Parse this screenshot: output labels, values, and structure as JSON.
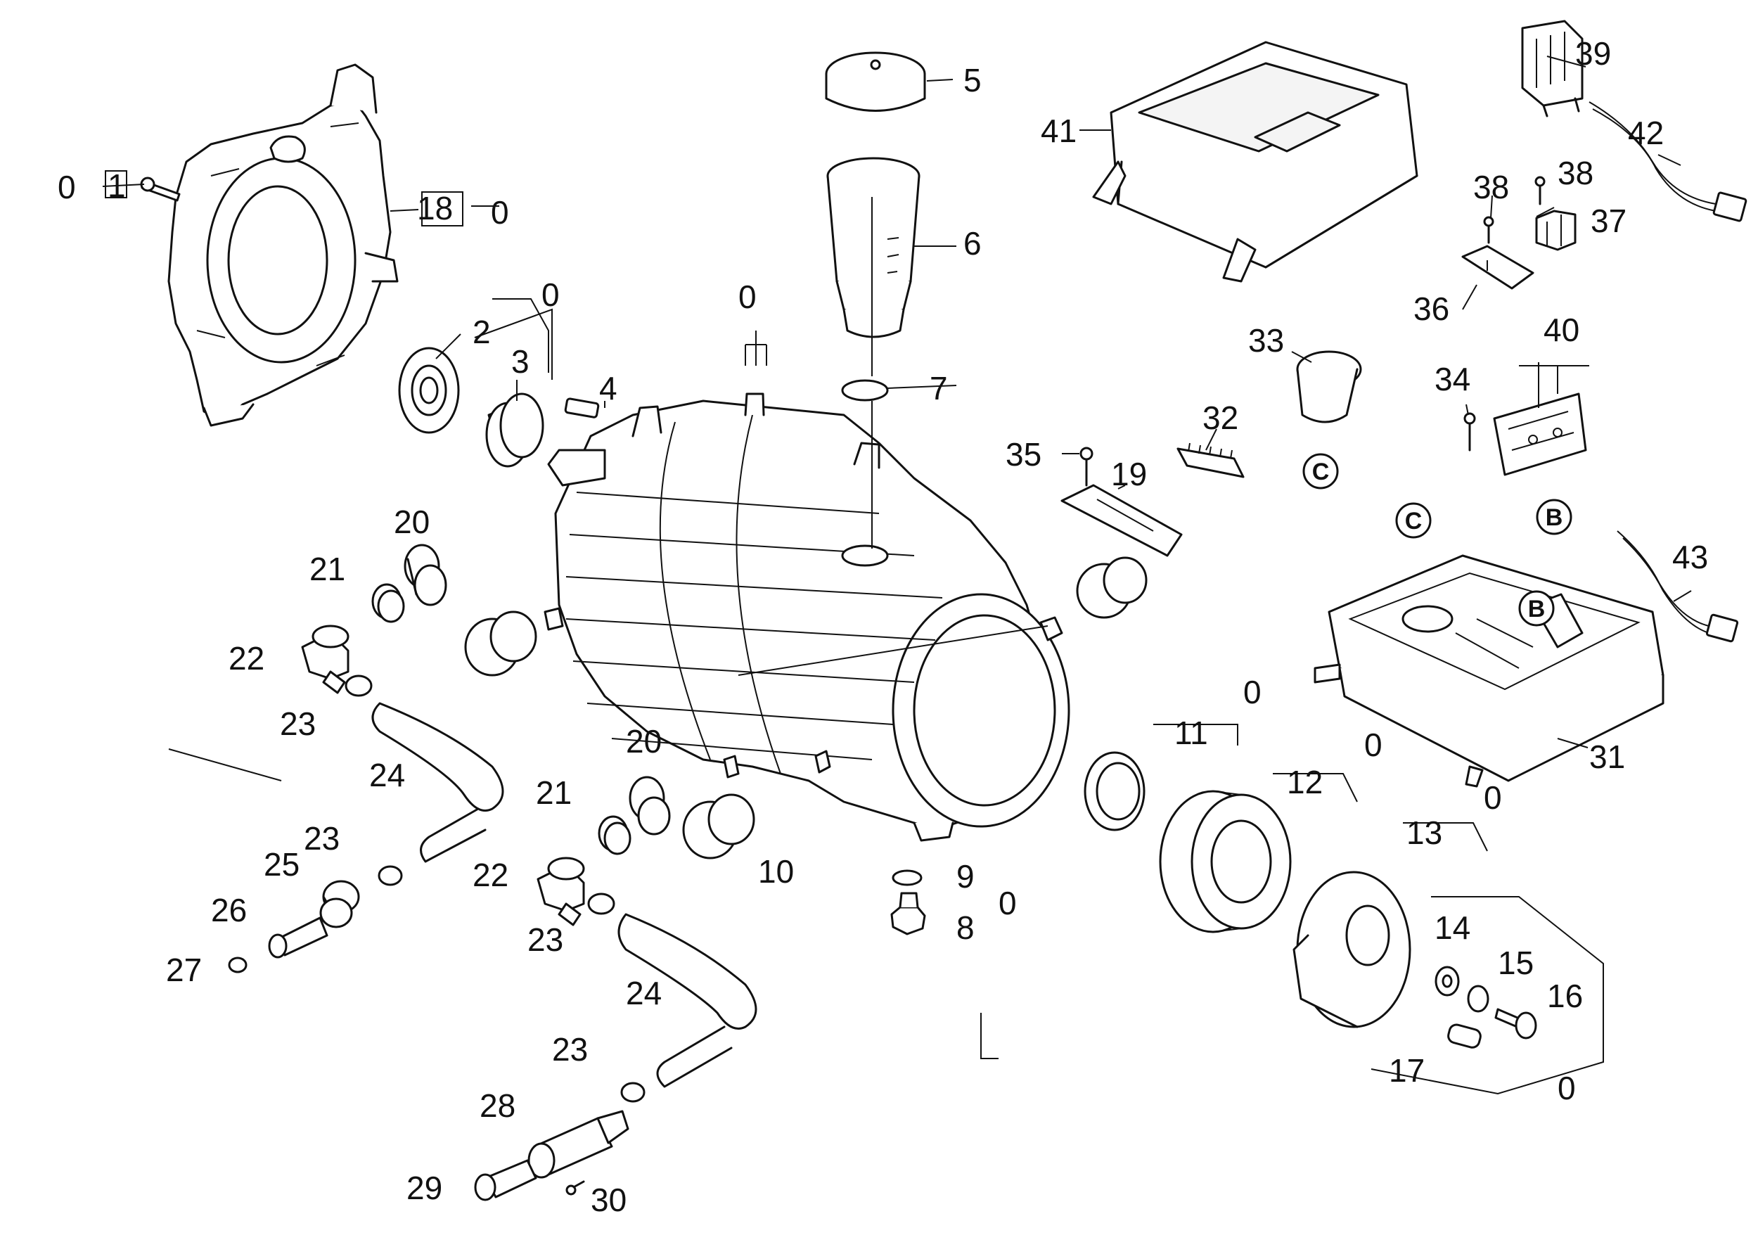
{
  "diagram": {
    "background": "#ffffff",
    "line_color": "#111111",
    "callouts": [
      {
        "id": "c0a",
        "text": "0"
      },
      {
        "id": "c1",
        "text": "1"
      },
      {
        "id": "c18",
        "text": "18"
      },
      {
        "id": "c0b",
        "text": "0"
      },
      {
        "id": "c0c",
        "text": "0"
      },
      {
        "id": "c2",
        "text": "2"
      },
      {
        "id": "c3",
        "text": "3"
      },
      {
        "id": "c4",
        "text": "4"
      },
      {
        "id": "c0d",
        "text": "0"
      },
      {
        "id": "c5",
        "text": "5"
      },
      {
        "id": "c6",
        "text": "6"
      },
      {
        "id": "c7",
        "text": "7"
      },
      {
        "id": "c41",
        "text": "41"
      },
      {
        "id": "c39",
        "text": "39"
      },
      {
        "id": "c42",
        "text": "42"
      },
      {
        "id": "c38a",
        "text": "38"
      },
      {
        "id": "c38b",
        "text": "38"
      },
      {
        "id": "c37",
        "text": "37"
      },
      {
        "id": "c36",
        "text": "36"
      },
      {
        "id": "c33",
        "text": "33"
      },
      {
        "id": "c40",
        "text": "40"
      },
      {
        "id": "c34",
        "text": "34"
      },
      {
        "id": "c32",
        "text": "32"
      },
      {
        "id": "c35",
        "text": "35"
      },
      {
        "id": "c19",
        "text": "19"
      },
      {
        "id": "c43",
        "text": "43"
      },
      {
        "id": "c20a",
        "text": "20"
      },
      {
        "id": "c21a",
        "text": "21"
      },
      {
        "id": "c22a",
        "text": "22"
      },
      {
        "id": "c23a",
        "text": "23"
      },
      {
        "id": "c24a",
        "text": "24"
      },
      {
        "id": "c20b",
        "text": "20"
      },
      {
        "id": "c21b",
        "text": "21"
      },
      {
        "id": "c23b",
        "text": "23"
      },
      {
        "id": "c25",
        "text": "25"
      },
      {
        "id": "c26",
        "text": "26"
      },
      {
        "id": "c27",
        "text": "27"
      },
      {
        "id": "c22b",
        "text": "22"
      },
      {
        "id": "c23c",
        "text": "23"
      },
      {
        "id": "c24b",
        "text": "24"
      },
      {
        "id": "c23d",
        "text": "23"
      },
      {
        "id": "c28",
        "text": "28"
      },
      {
        "id": "c29",
        "text": "29"
      },
      {
        "id": "c30",
        "text": "30"
      },
      {
        "id": "c10",
        "text": "10"
      },
      {
        "id": "c9",
        "text": "9"
      },
      {
        "id": "c8",
        "text": "8"
      },
      {
        "id": "c0e",
        "text": "0"
      },
      {
        "id": "c11",
        "text": "11"
      },
      {
        "id": "c0f",
        "text": "0"
      },
      {
        "id": "c12",
        "text": "12"
      },
      {
        "id": "c0g",
        "text": "0"
      },
      {
        "id": "c13",
        "text": "13"
      },
      {
        "id": "c0h",
        "text": "0"
      },
      {
        "id": "c14",
        "text": "14"
      },
      {
        "id": "c15",
        "text": "15"
      },
      {
        "id": "c16",
        "text": "16"
      },
      {
        "id": "c17",
        "text": "17"
      },
      {
        "id": "c0i",
        "text": "0"
      },
      {
        "id": "c31",
        "text": "31"
      }
    ],
    "markers": [
      {
        "id": "mC1",
        "text": "C"
      },
      {
        "id": "mB1",
        "text": "B"
      },
      {
        "id": "mC2",
        "text": "C"
      },
      {
        "id": "mB2",
        "text": "B"
      }
    ]
  }
}
